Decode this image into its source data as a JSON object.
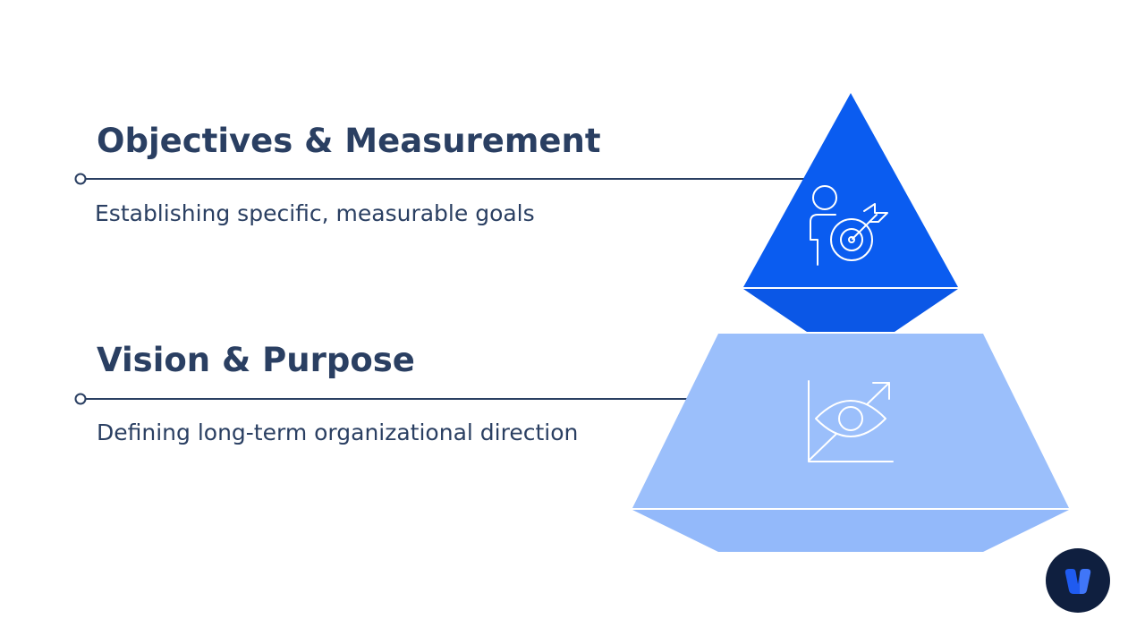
{
  "levels": [
    {
      "title": "Objectives & Measurement",
      "description": "Establishing specific, measurable goals",
      "icon": "person-target-icon",
      "color": "#0a5cf0"
    },
    {
      "title": "Vision & Purpose",
      "description": "Defining long-term organizational direction",
      "icon": "eye-growth-icon",
      "color": "#9bbffb"
    }
  ],
  "colors": {
    "text": "#2a3f62",
    "connector": "#2a3f62",
    "top_tier": "#0a5cf0",
    "top_tier_base": "#0b57e6",
    "bottom_tier": "#9bbffb",
    "bottom_tier_base": "#93b9fa",
    "logo_background": "#0f1f3f",
    "logo_mark": "#1f5bf0"
  },
  "logo": {
    "icon": "brand-logo-icon"
  }
}
